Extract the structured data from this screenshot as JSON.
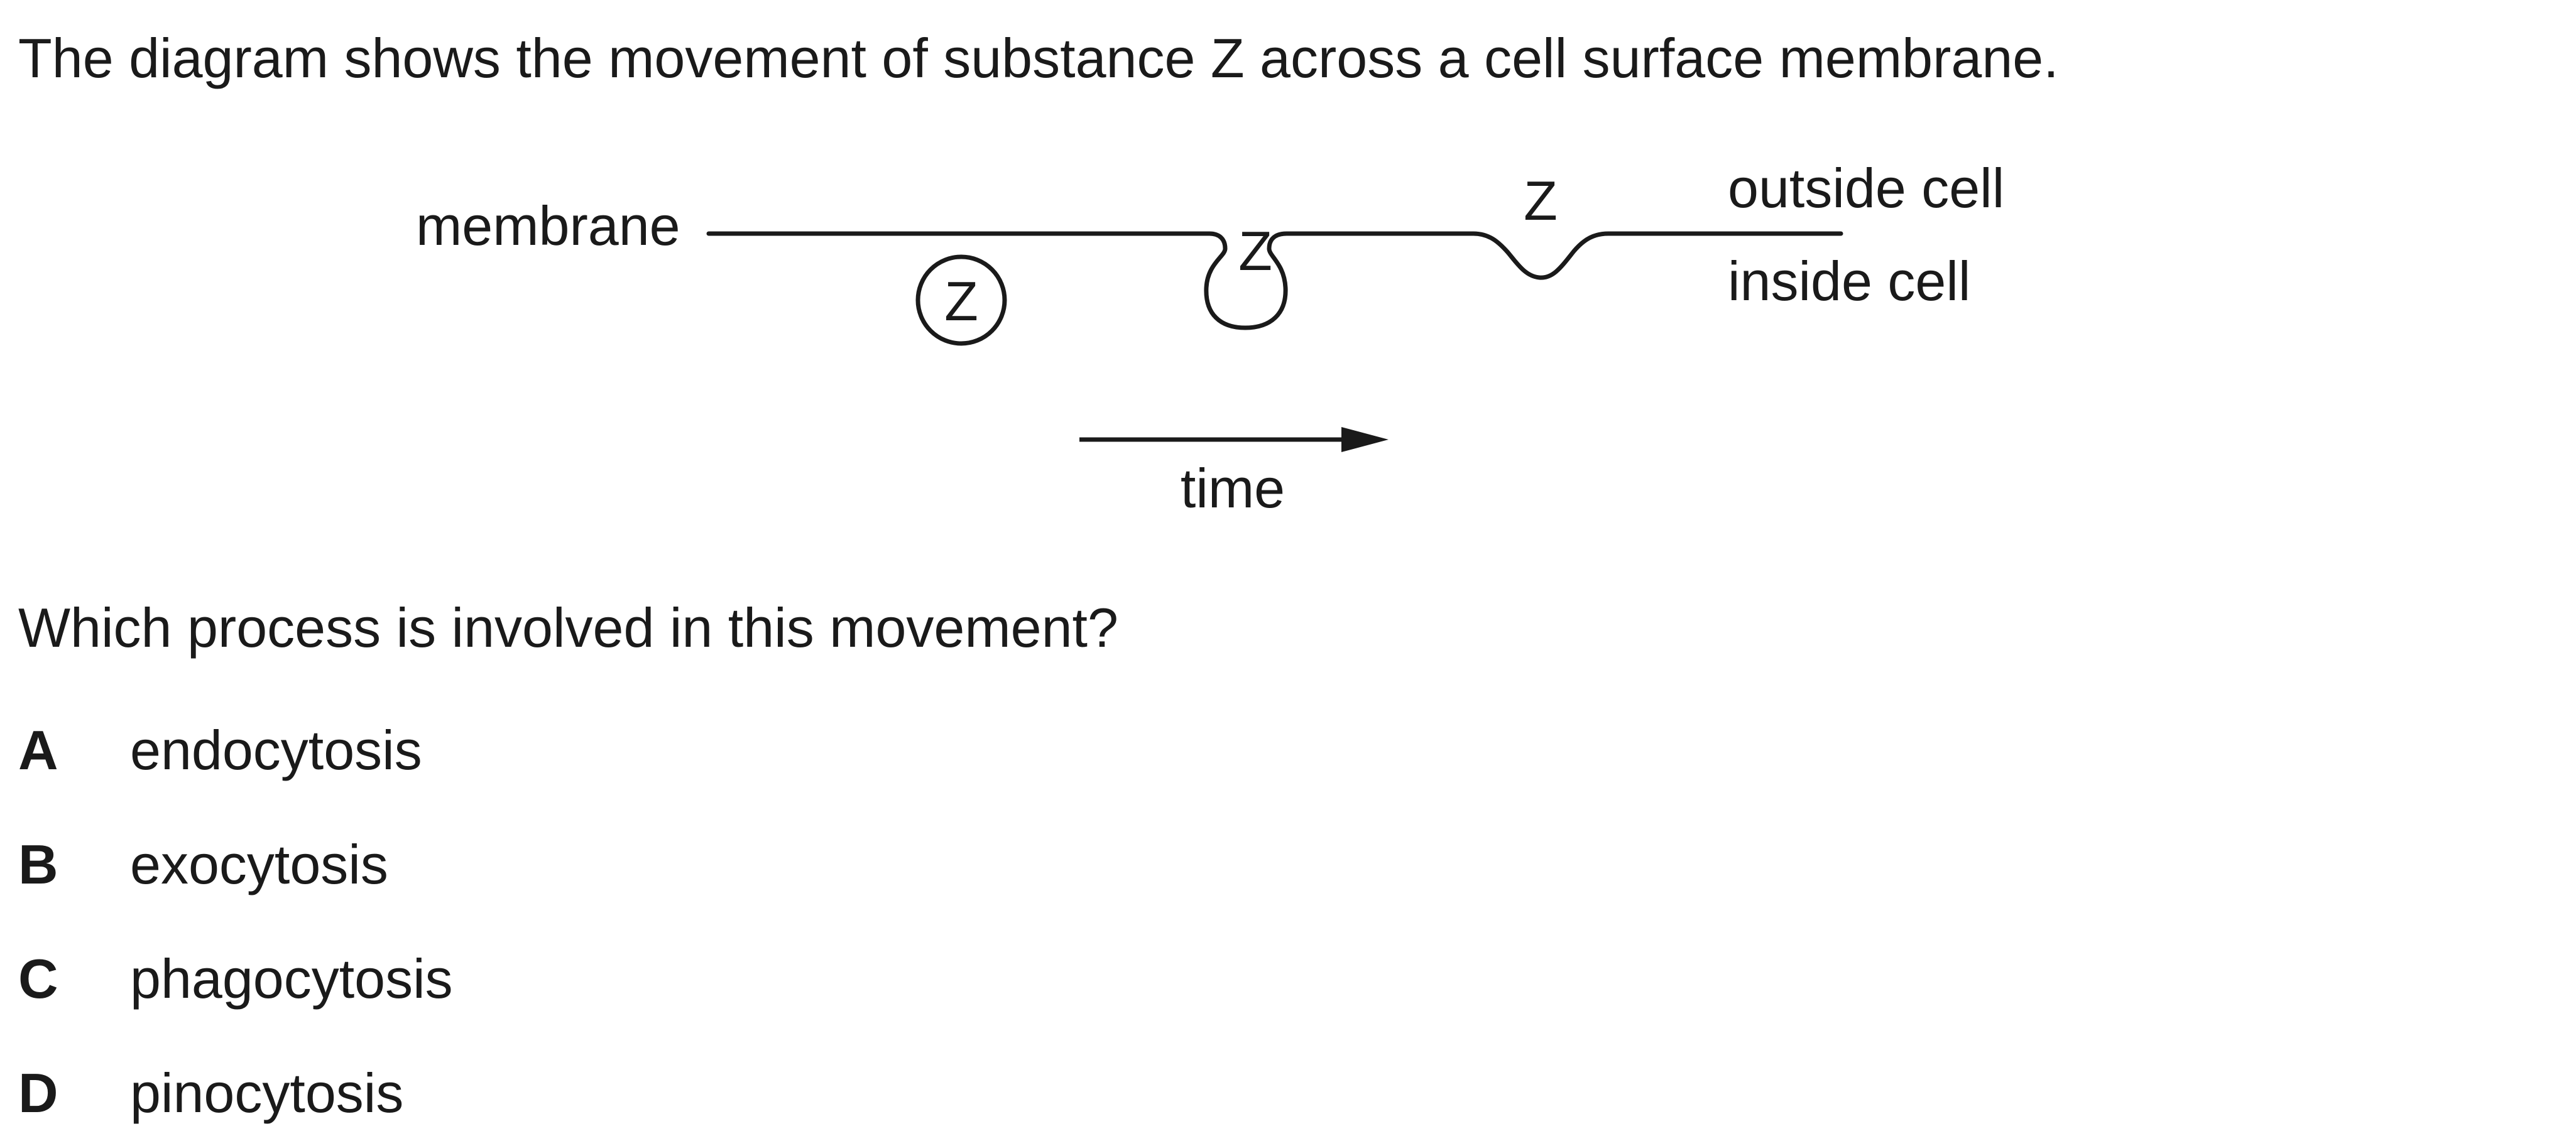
{
  "intro": "The diagram shows the movement of substance Z across a cell surface membrane.",
  "diagram": {
    "membrane_label": "membrane",
    "substance": "Z",
    "outside_label": "outside cell",
    "inside_label": "inside cell",
    "time_label": "time"
  },
  "question": "Which process is involved in this movement?",
  "options": [
    {
      "letter": "A",
      "text": "endocytosis"
    },
    {
      "letter": "B",
      "text": "exocytosis"
    },
    {
      "letter": "C",
      "text": "phagocytosis"
    },
    {
      "letter": "D",
      "text": "pinocytosis"
    }
  ]
}
